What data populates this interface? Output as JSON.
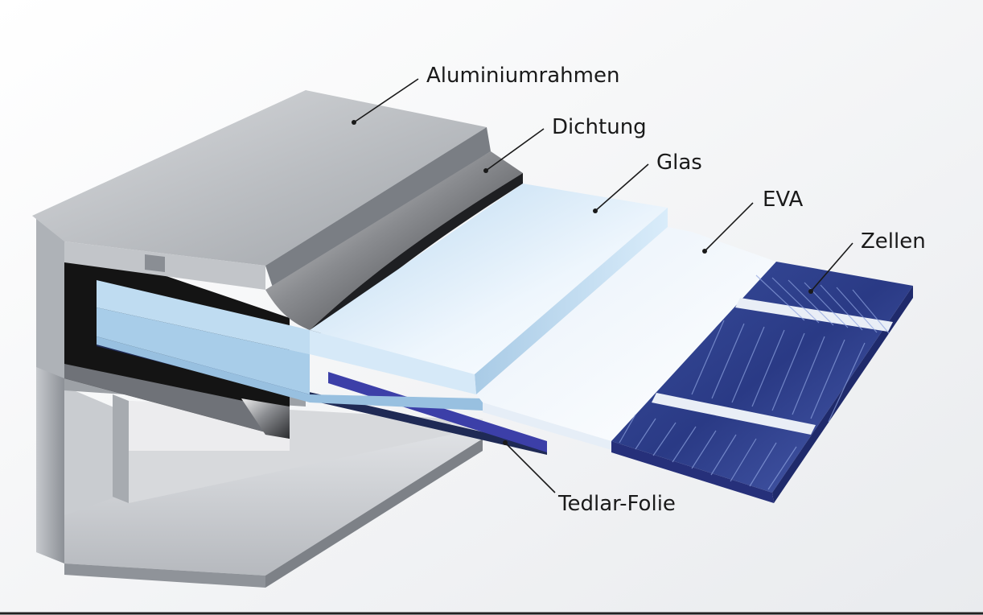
{
  "labels": {
    "frame": "Aluminiumrahmen",
    "seal": "Dichtung",
    "glass": "Glas",
    "eva": "EVA",
    "cells": "Zellen",
    "backsheet": "Tedlar-Folie"
  },
  "colors": {
    "aluminium": "#b9bcc0",
    "seal": "#1c1c1c",
    "glass": "#cfe6f6",
    "eva": "#f2f6fb",
    "cells": "#2b3d8c",
    "backsheet": "#2a2f7a"
  }
}
